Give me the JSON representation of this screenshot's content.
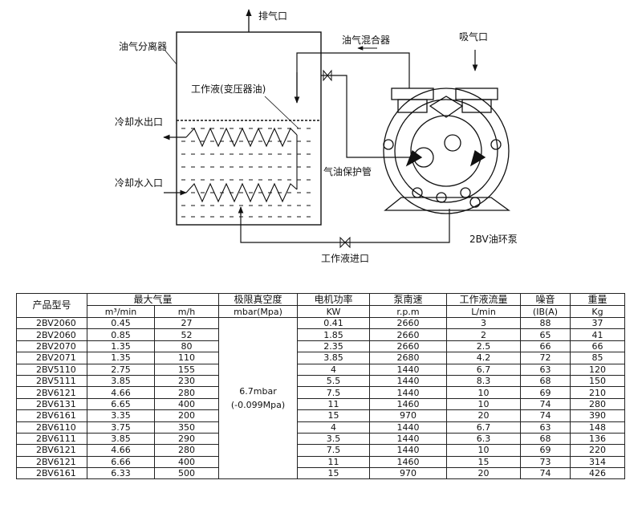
{
  "diagram": {
    "labels": {
      "exhaust": "排气口",
      "separator": "油气分离器",
      "mixer": "油气混合器",
      "intake": "吸气口",
      "working_fluid": "工作液(变压器油)",
      "cooling_out": "冷却水出口",
      "cooling_in": "冷却水入口",
      "protect_pipe": "气油保护管",
      "pump": "2BV油环泵",
      "fluid_inlet": "工作液进口"
    }
  },
  "table": {
    "headers": {
      "model": "产品型号",
      "max_flow": "最大气量",
      "flow_m3min": "m³/min",
      "flow_m3h": "m/h",
      "vacuum": "极限真空度",
      "vacuum_unit": "mbar(Mpa)",
      "power": "电机功率",
      "power_unit": "KW",
      "speed": "泵南速",
      "speed_unit": "r.p.m",
      "fluid_flow": "工作液流量",
      "fluid_unit": "L/min",
      "noise": "噪音",
      "noise_unit": "(IB(A)",
      "weight": "重量",
      "weight_unit": "Kg"
    },
    "vacuum_merged_line1": "6.7mbar",
    "vacuum_merged_line2": "(-0.099Mpa)",
    "rows": [
      {
        "model": "2BV2060",
        "m3min": "0.45",
        "m3h": "27",
        "kw": "0.41",
        "rpm": "2660",
        "lmin": "3",
        "db": "88",
        "kg": "37"
      },
      {
        "model": "2BV2060",
        "m3min": "0.85",
        "m3h": "52",
        "kw": "1.85",
        "rpm": "2660",
        "lmin": "2",
        "db": "65",
        "kg": "41"
      },
      {
        "model": "2BV2070",
        "m3min": "1.35",
        "m3h": "80",
        "kw": "2.35",
        "rpm": "2660",
        "lmin": "2.5",
        "db": "66",
        "kg": "66"
      },
      {
        "model": "2BV2071",
        "m3min": "1.35",
        "m3h": "110",
        "kw": "3.85",
        "rpm": "2680",
        "lmin": "4.2",
        "db": "72",
        "kg": "85"
      },
      {
        "model": "2BV5110",
        "m3min": "2.75",
        "m3h": "155",
        "kw": "4",
        "rpm": "1440",
        "lmin": "6.7",
        "db": "63",
        "kg": "120"
      },
      {
        "model": "2BV5111",
        "m3min": "3.85",
        "m3h": "230",
        "kw": "5.5",
        "rpm": "1440",
        "lmin": "8.3",
        "db": "68",
        "kg": "150"
      },
      {
        "model": "2BV6121",
        "m3min": "4.66",
        "m3h": "280",
        "kw": "7.5",
        "rpm": "1440",
        "lmin": "10",
        "db": "69",
        "kg": "210"
      },
      {
        "model": "2BV6131",
        "m3min": "6.65",
        "m3h": "400",
        "kw": "11",
        "rpm": "1460",
        "lmin": "10",
        "db": "74",
        "kg": "280"
      },
      {
        "model": "2BV6161",
        "m3min": "3.35",
        "m3h": "200",
        "kw": "15",
        "rpm": "970",
        "lmin": "20",
        "db": "74",
        "kg": "390"
      },
      {
        "model": "2BV6110",
        "m3min": "3.75",
        "m3h": "350",
        "kw": "4",
        "rpm": "1440",
        "lmin": "6.7",
        "db": "63",
        "kg": "148"
      },
      {
        "model": "2BV6111",
        "m3min": "3.85",
        "m3h": "290",
        "kw": "3.5",
        "rpm": "1440",
        "lmin": "6.3",
        "db": "68",
        "kg": "136"
      },
      {
        "model": "2BV6121",
        "m3min": "4.66",
        "m3h": "280",
        "kw": "7.5",
        "rpm": "1440",
        "lmin": "10",
        "db": "69",
        "kg": "220"
      },
      {
        "model": "2BV6121",
        "m3min": "6.66",
        "m3h": "400",
        "kw": "11",
        "rpm": "1460",
        "lmin": "15",
        "db": "73",
        "kg": "314"
      },
      {
        "model": "2BV6161",
        "m3min": "6.33",
        "m3h": "500",
        "kw": "15",
        "rpm": "970",
        "lmin": "20",
        "db": "74",
        "kg": "426"
      }
    ]
  }
}
